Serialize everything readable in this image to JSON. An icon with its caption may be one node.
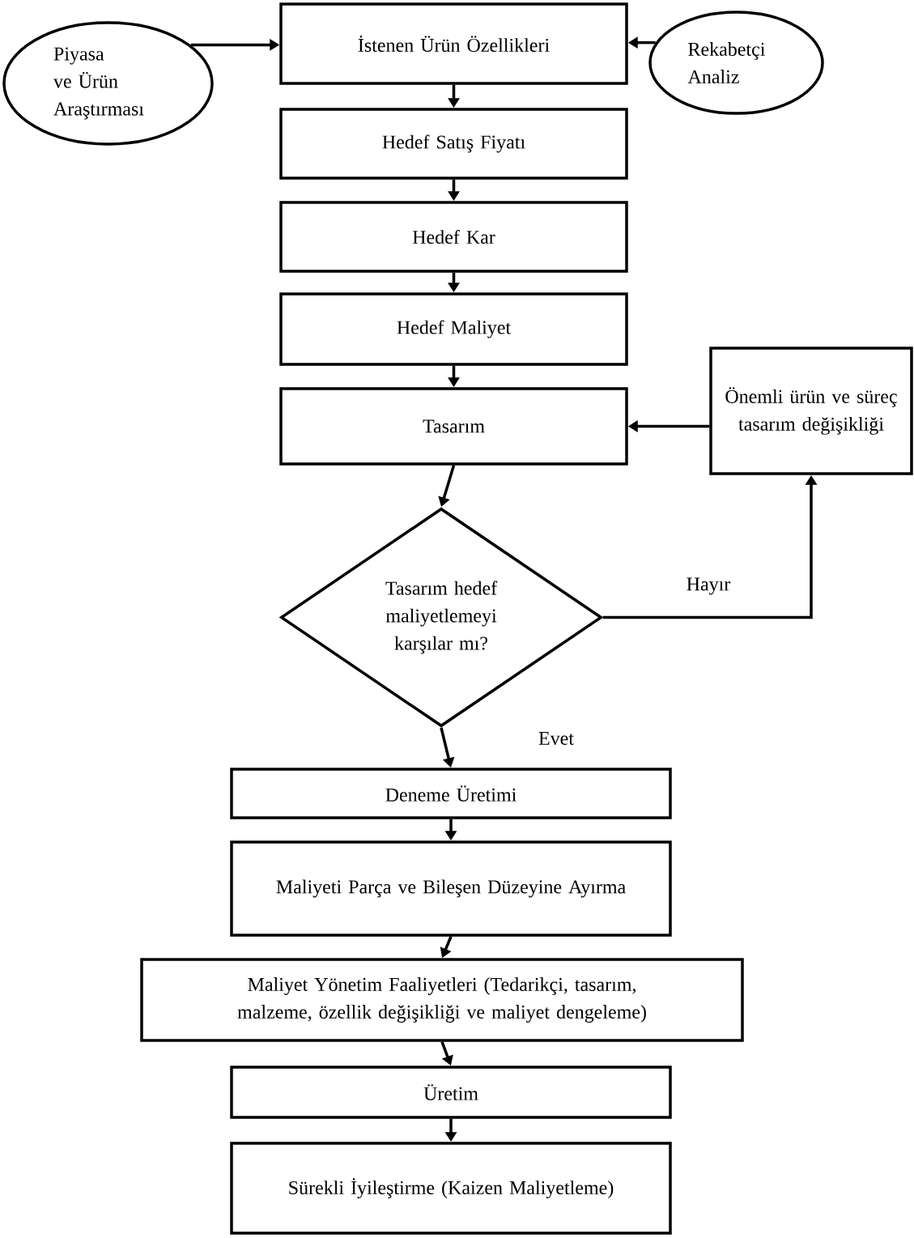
{
  "diagram": {
    "nodes": [
      {
        "text": [
          "Piyasa ve Ürün Araştırması"
        ]
      },
      {
        "text": [
          "İstenen Ürün Özellikleri"
        ]
      },
      {
        "text": [
          "Rekabetçi Analiz"
        ]
      },
      {
        "text": [
          "Hedef Satış Fiyatı"
        ]
      },
      {
        "text": [
          "Hedef Kar"
        ]
      },
      {
        "text": [
          "Hedef Maliyet"
        ]
      },
      {
        "text": [
          "Tasarım"
        ]
      },
      {
        "text": [
          "Önemli ürün ve süreç tasarım değişikliği"
        ]
      },
      {
        "text": [
          "Tasarım hedef maliyetlemeyi karşılar mı?"
        ]
      },
      {
        "text": [
          "Deneme Üretimi"
        ]
      },
      {
        "text": [
          "Maliyeti Parça ve Bileşen Düzeyine Ayırma"
        ]
      },
      {
        "text": [
          "Maliyet Yönetim Faaliyetleri (Tedarikçi, tasarım, malzeme, özellik değişikliği ve maliyet dengeleme)"
        ]
      },
      {
        "text": [
          "Üretim"
        ]
      },
      {
        "text": [
          "Sürekli İyileştirme (Kaizen Maliyetleme)"
        ]
      }
    ],
    "edges": [
      {
        "from": 0,
        "to": 1,
        "arrow": "to"
      },
      {
        "from": 2,
        "to": 1,
        "arrow": "to"
      },
      {
        "from": 1,
        "to": 3,
        "arrow": "to"
      },
      {
        "from": 3,
        "to": 4,
        "arrow": "to"
      },
      {
        "from": 4,
        "to": 5,
        "arrow": "to"
      },
      {
        "from": 5,
        "to": 6,
        "arrow": "to"
      },
      {
        "from": 6,
        "to": 8,
        "arrow": "to"
      },
      {
        "from": 8,
        "to": 7,
        "arrow": "to",
        "label": "Hayır"
      },
      {
        "from": 7,
        "to": 6,
        "arrow": "to"
      },
      {
        "from": 8,
        "to": 9,
        "arrow": "to",
        "label": "Evet"
      },
      {
        "from": 9,
        "to": 10,
        "arrow": "to"
      },
      {
        "from": 10,
        "to": 11,
        "arrow": "to"
      },
      {
        "from": 11,
        "to": 12,
        "arrow": "to"
      },
      {
        "from": 12,
        "to": 13,
        "arrow": "to"
      }
    ]
  }
}
